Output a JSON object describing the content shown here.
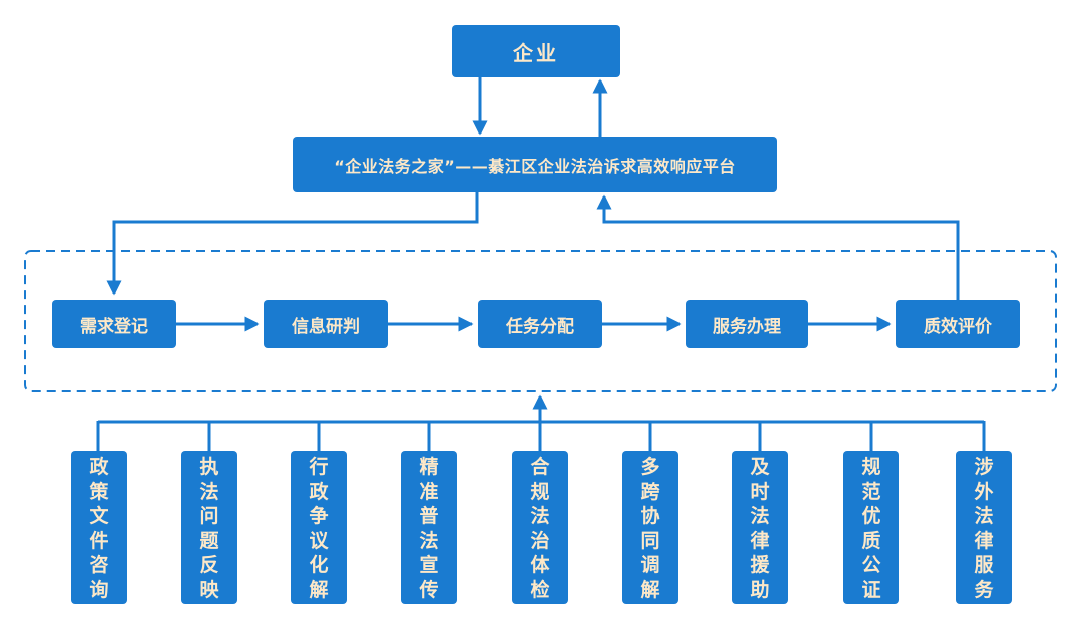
{
  "top": {
    "label": "企业"
  },
  "platform": {
    "label": "“企业法务之家”——綦江区企业法治诉求高效响应平台"
  },
  "process_steps": [
    {
      "label": "需求登记"
    },
    {
      "label": "信息研判"
    },
    {
      "label": "任务分配"
    },
    {
      "label": "服务办理"
    },
    {
      "label": "质效评价"
    }
  ],
  "services": [
    {
      "label": "政策文件咨询"
    },
    {
      "label": "执法问题反映"
    },
    {
      "label": "行政争议化解"
    },
    {
      "label": "精准普法宣传"
    },
    {
      "label": "合规法治体检"
    },
    {
      "label": "多跨协同调解"
    },
    {
      "label": "及时法律援助"
    },
    {
      "label": "规范优质公证"
    },
    {
      "label": "涉外法律服务"
    }
  ],
  "colors": {
    "box_fill": "#1a7bd0",
    "text": "#fde8c8",
    "line": "#1a7bd0"
  }
}
